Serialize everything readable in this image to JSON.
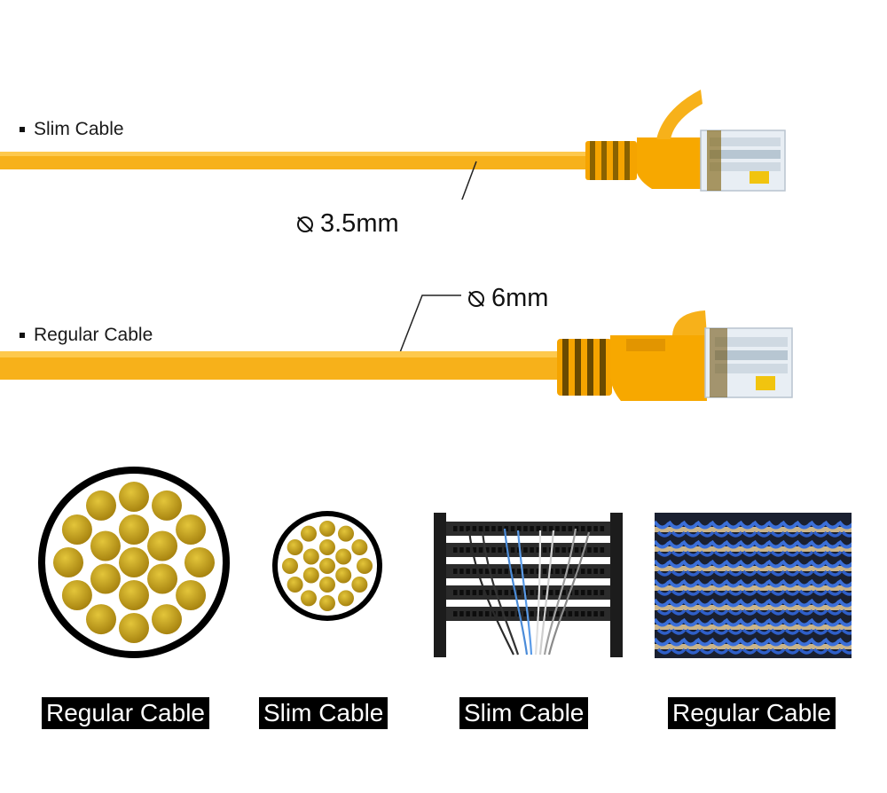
{
  "top_labels": {
    "slim": "Slim Cable",
    "regular": "Regular Cable"
  },
  "dimensions": {
    "slim": "3.5mm",
    "regular": "6mm"
  },
  "captions": {
    "regular_cross_section": "Regular Cable",
    "slim_cross_section": "Slim Cable",
    "slim_rack": "Slim Cable",
    "regular_rack": "Regular Cable"
  },
  "colors": {
    "cable_yellow": "#f7b11a",
    "boot_yellow": "#f5a400",
    "wire_gold": "#c9a21c",
    "rack_black": "#1c1c1c",
    "patch_blue": "#3b6fd8",
    "caption_bg": "#000000",
    "caption_fg": "#ffffff"
  },
  "icons": {
    "diameter": "diameter-icon",
    "bullet": "square-bullet-icon"
  }
}
